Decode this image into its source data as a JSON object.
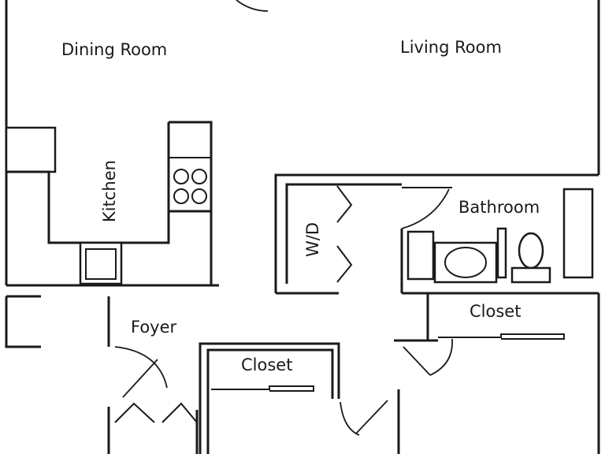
{
  "rooms": {
    "dining_room": "Dining Room",
    "living_room": "Living Room",
    "kitchen": "Kitchen",
    "bathroom": "Bathroom",
    "washer_dryer": "W/D",
    "foyer": "Foyer",
    "closet_right": "Closet",
    "closet_center": "Closet"
  }
}
